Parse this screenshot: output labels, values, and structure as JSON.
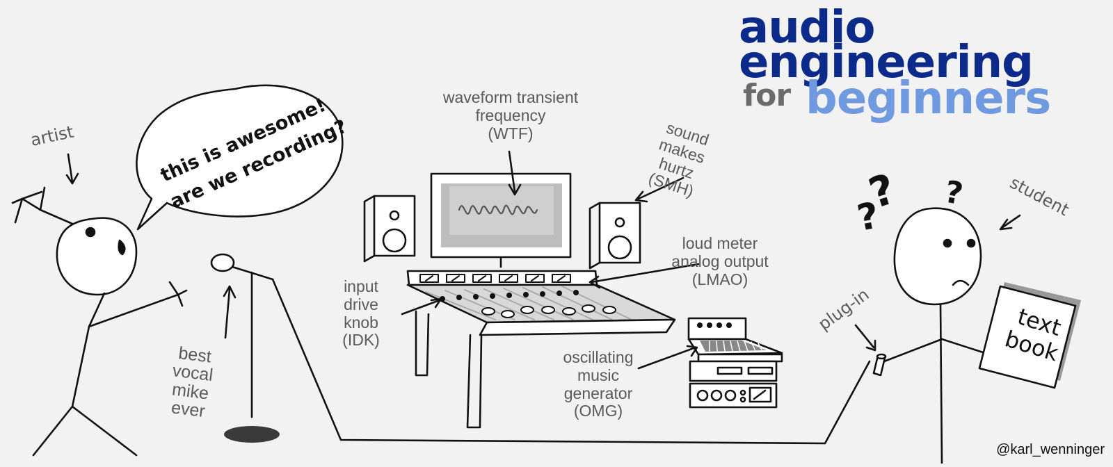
{
  "title": {
    "line1": "audio",
    "line2": "engineering",
    "for": "for",
    "beginners": "beginners"
  },
  "speech": {
    "line1": "this is awesome!",
    "line2": "are we recording?"
  },
  "labels": {
    "artist": "artist",
    "student": "student",
    "mike": "best\nvocal\nmike\never",
    "wtf": "waveform transient\nfrequency\n(WTF)",
    "smh": "sound\nmakes\nhurtz\n(SMH)",
    "lmao": "loud meter\nanalog output\n(LMAO)",
    "idk": "input\ndrive\nknob\n(IDK)",
    "omg": "oscillating\nmusic\ngenerator\n(OMG)",
    "plugin": "plug-in",
    "textbook": "text\nbook"
  },
  "credit": "@karl_wenninger",
  "colors": {
    "title_dark": "#0c2a8a",
    "title_light": "#6f9ae0",
    "label_gray": "#5a5a5a"
  }
}
